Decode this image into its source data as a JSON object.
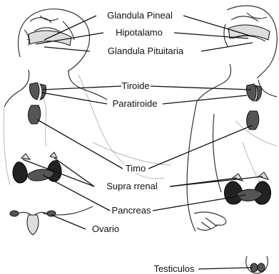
{
  "labels": {
    "pineal": "Glandula Pineal",
    "hypothalamus": "Hipotalamo",
    "pituitary": "Glandula Pituitaria",
    "thyroid": "Tiroide",
    "parathyroid": "Paratiroide",
    "thymus": "Timo",
    "adrenal": "Supra rrenal",
    "pancreas": "Pancreas",
    "ovary": "Ovario",
    "testicles": "Testiculos"
  }
}
